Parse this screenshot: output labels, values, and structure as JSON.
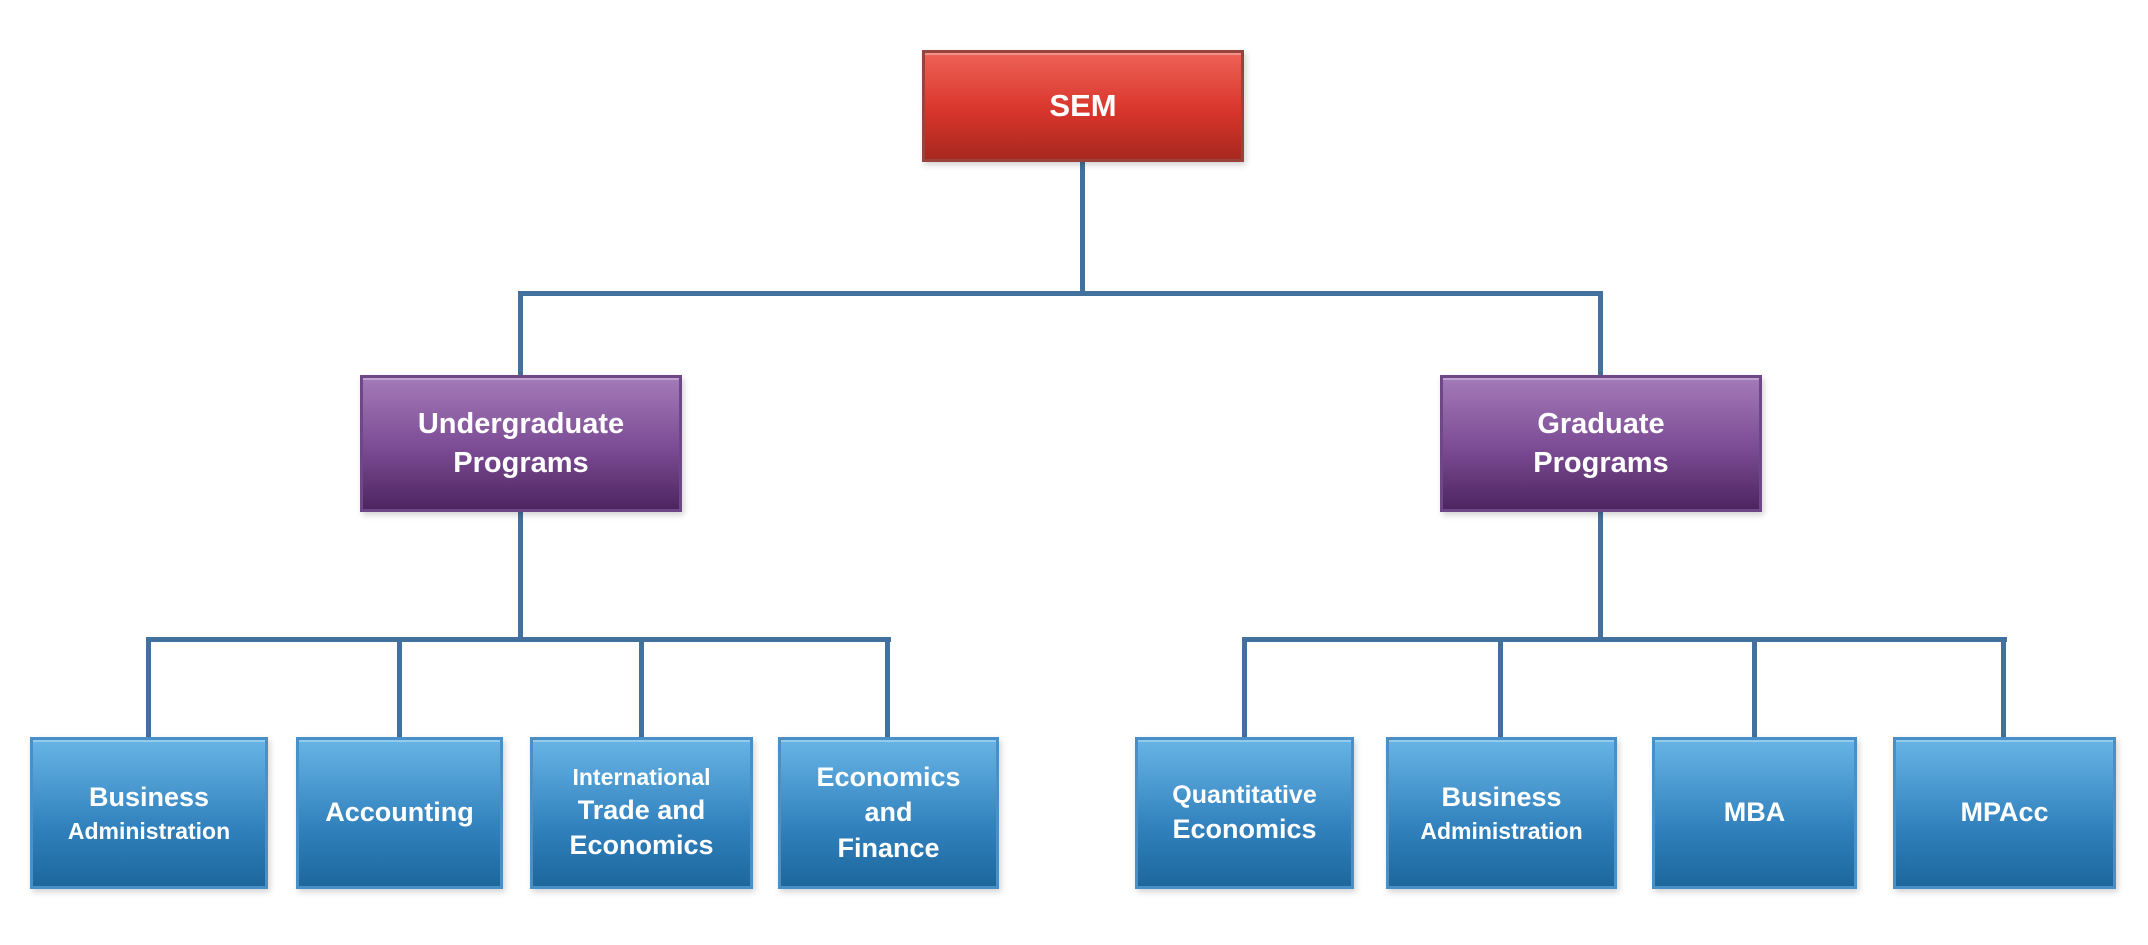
{
  "orgchart": {
    "root": {
      "label": "SEM"
    },
    "branches": [
      {
        "lines": [
          "Undergraduate",
          "Programs"
        ],
        "children": [
          {
            "lines": [
              "Business",
              "Administration"
            ]
          },
          {
            "lines": [
              "Accounting"
            ]
          },
          {
            "lines": [
              "International",
              "Trade and",
              "Economics"
            ]
          },
          {
            "lines": [
              "Economics",
              "and",
              "Finance"
            ]
          }
        ]
      },
      {
        "lines": [
          "Graduate",
          "Programs"
        ],
        "children": [
          {
            "lines": [
              "Quantitative",
              "Economics"
            ]
          },
          {
            "lines": [
              "Business",
              "Administration"
            ]
          },
          {
            "lines": [
              "MBA"
            ]
          },
          {
            "lines": [
              "MPAcc"
            ]
          }
        ]
      }
    ]
  },
  "colors": {
    "root_gradient_top": "#ee6257",
    "root_gradient_bottom": "#a8281f",
    "root_border": "#99433c",
    "branch_gradient_top": "#a47ab9",
    "branch_gradient_bottom": "#4e2560",
    "branch_border": "#6e4886",
    "leaf_gradient_top": "#67b4e5",
    "leaf_gradient_bottom": "#1d679d",
    "leaf_border": "#4a90c8",
    "connector": "#41719c",
    "text": "#ffffff",
    "background": "#ffffff"
  }
}
